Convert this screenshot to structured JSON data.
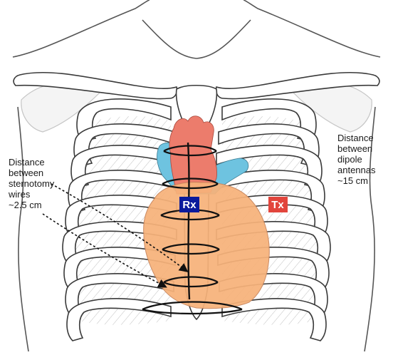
{
  "labels": {
    "left": [
      "Distance",
      "between",
      "sternotomy",
      "wires",
      "~2.5 cm"
    ],
    "right": [
      "Distance",
      "between",
      "dipole",
      "antennas",
      "~15 cm"
    ]
  },
  "badges": {
    "rx": {
      "text": "Rx",
      "color": "#0a1a9c"
    },
    "tx": {
      "text": "Tx",
      "color": "#e2453c"
    }
  },
  "colors": {
    "heart": "#f7b27a",
    "aorta": "#ec7c6c",
    "pulmonary": "#6ec3e0",
    "outline": "#3a3a3a",
    "bone_fill": "#ffffff",
    "hatch": "#9a9a9a"
  }
}
